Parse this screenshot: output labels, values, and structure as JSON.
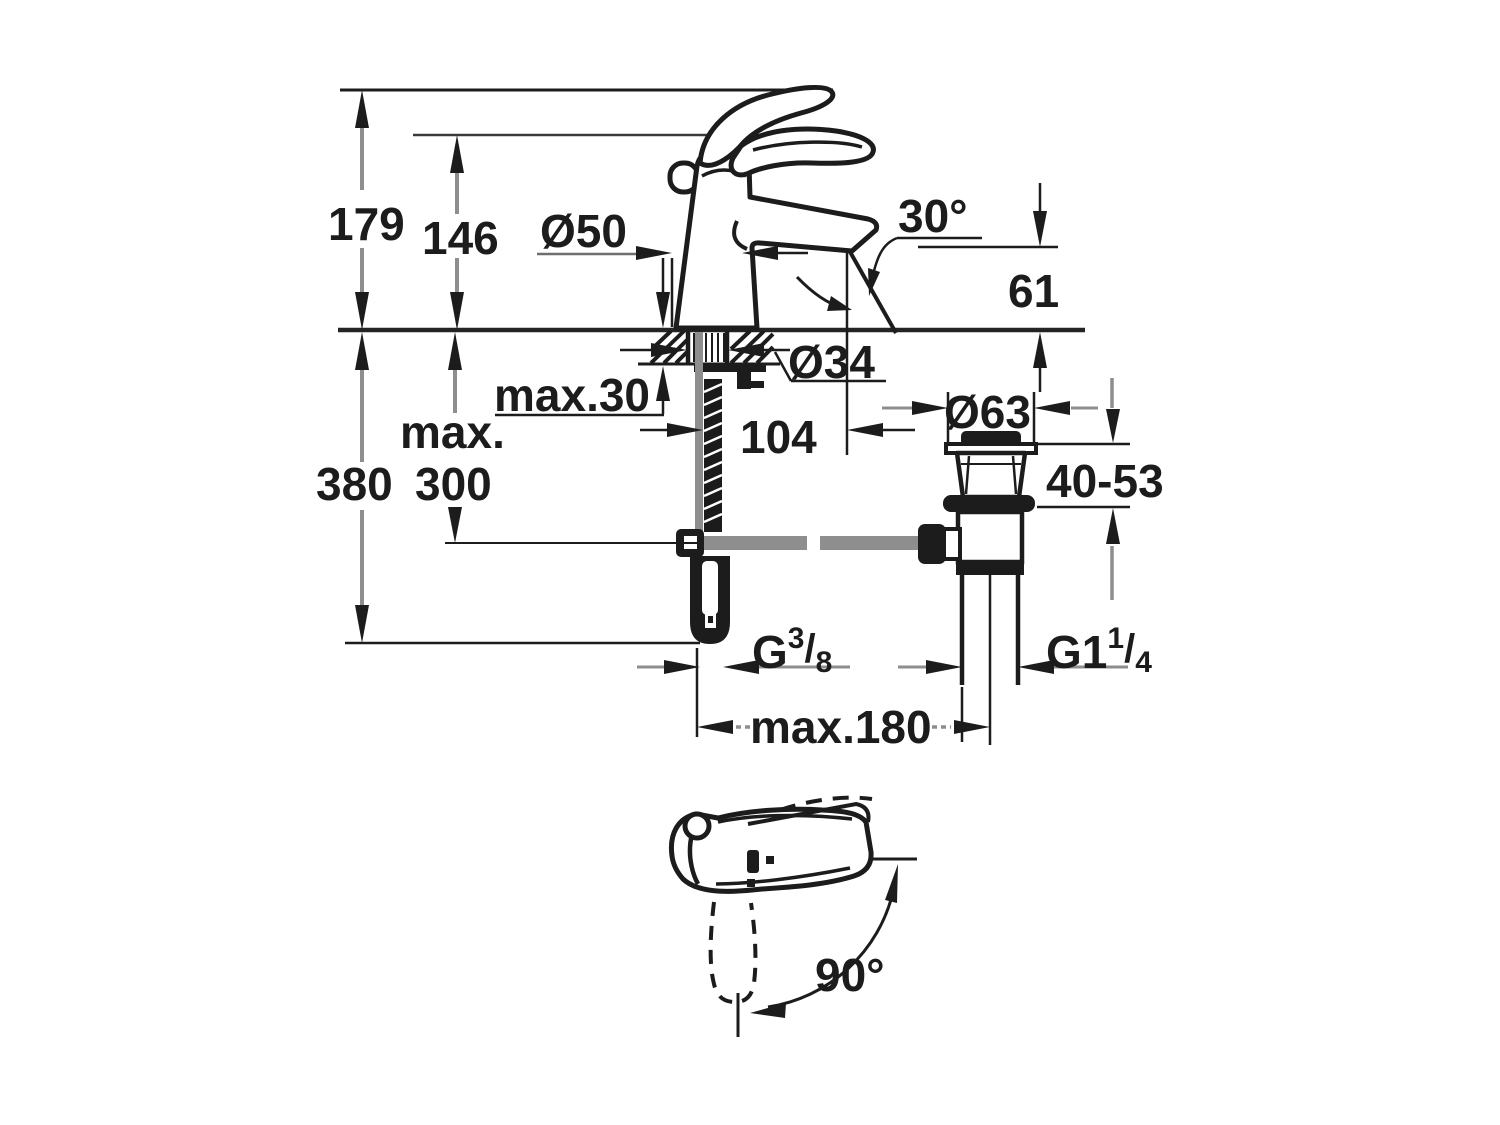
{
  "meta": {
    "drawing_type": "faucet installation dimensional drawing",
    "units": "mm",
    "views": [
      "side-elevation-with-popup-waste",
      "handle-top-view-swing-arc"
    ]
  },
  "colors": {
    "line": "#1c1c1c",
    "gray": "#8e8e8e",
    "background": "#ffffff"
  },
  "side_view": {
    "dims": {
      "total_height": "179",
      "height_to_handle": "146",
      "base_diameter": "Ø50",
      "spout_angle": "30°",
      "outlet_height": "61",
      "hole_diameter": "Ø34",
      "max_deck_thickness": "max.30",
      "spout_projection": "104",
      "waste_flange_diameter": "Ø63",
      "hose_drop_max_prefix": "max.",
      "hose_drop_max_value": "300",
      "hose_total_drop": "380",
      "waste_clamp_range": "40-53",
      "rod_reach_max": "max.180",
      "supply_thread": {
        "base": "G",
        "sup": "3",
        "slash": "/",
        "sub": "8"
      },
      "waste_thread": {
        "base": "G1",
        "sup": "1",
        "slash": "/",
        "sub": "4"
      }
    }
  },
  "top_view": {
    "dims": {
      "handle_swing_angle": "90°"
    }
  }
}
